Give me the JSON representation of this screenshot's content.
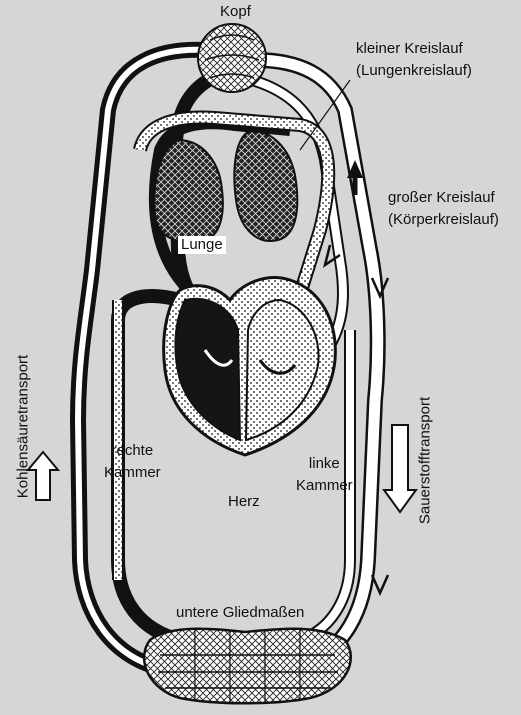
{
  "labels": {
    "head": "Kopf",
    "small_circulation_1": "kleiner Kreislauf",
    "small_circulation_2": "(Lungenkreislauf)",
    "large_circulation_1": "großer Kreislauf",
    "large_circulation_2": "(Körperkreislauf)",
    "lung": "Lunge",
    "right_chamber_1": "rechte",
    "right_chamber_2": "Kammer",
    "left_chamber_1": "linke",
    "left_chamber_2": "Kammer",
    "heart": "Herz",
    "lower_limbs": "untere Gliedmaßen",
    "co2_transport": "Kohlensäuretransport",
    "o2_transport": "Sauerstofftransport"
  },
  "colors": {
    "background": "#d6d6d6",
    "ink": "#111111",
    "vessel_fill": "#ffffff"
  }
}
